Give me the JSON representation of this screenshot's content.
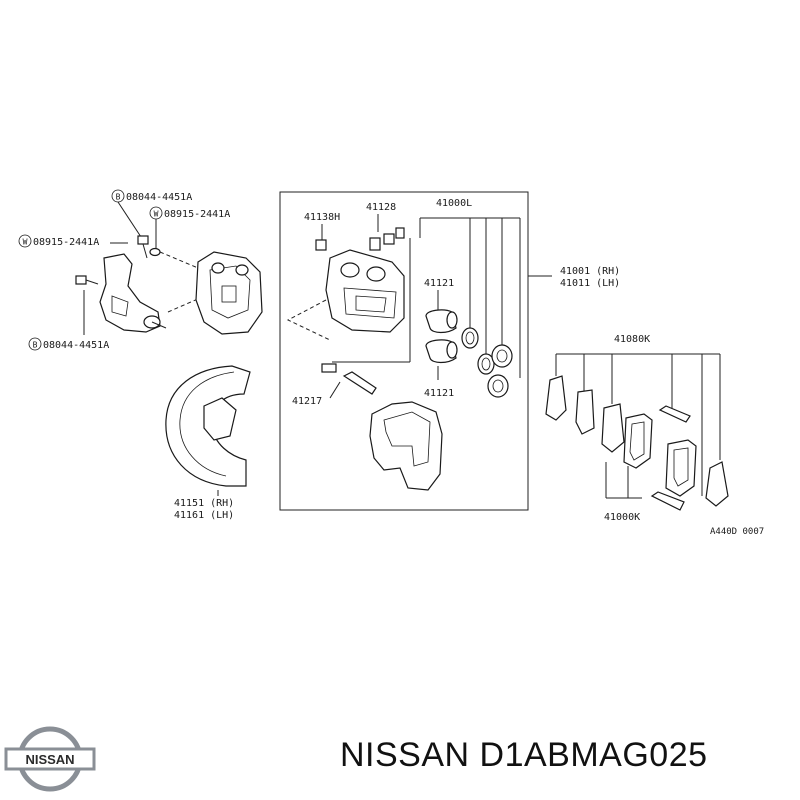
{
  "labels": {
    "p_08044_top": "08044-4451A",
    "p_08915_top": "08915-2441A",
    "p_08915_left": "08915-2441A",
    "p_08044_bottom": "08044-4451A",
    "circ_b": "B",
    "circ_w": "W",
    "p_41138h": "41138H",
    "p_41128": "41128",
    "p_41000l": "41000L",
    "p_41121_top": "41121",
    "p_41121_bottom": "41121",
    "p_41217": "41217",
    "p_41001": "41001 (RH)",
    "p_41011": "41011 (LH)",
    "p_41151": "41151 (RH)",
    "p_41161": "41161 (LH)",
    "p_41080k": "41080K",
    "p_41000k": "41000K",
    "diagram_code": "A440D 0007"
  },
  "brand": {
    "logo_text": "NISSAN",
    "caption": "NISSAN D1ABMAG025"
  }
}
